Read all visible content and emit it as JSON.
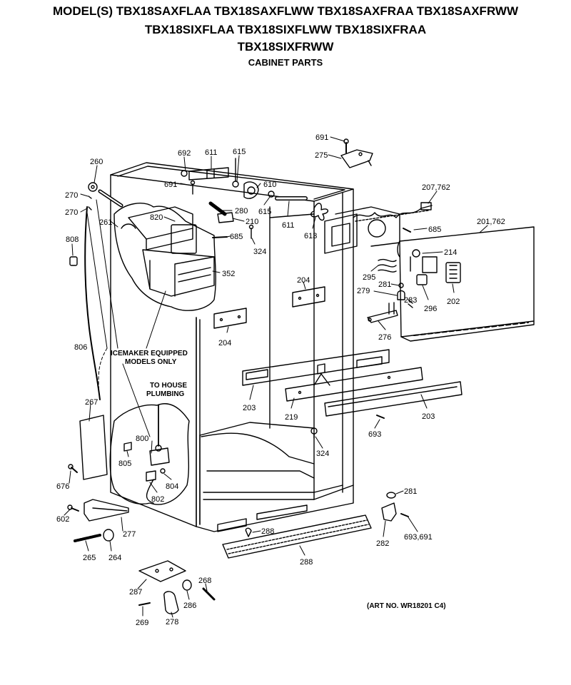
{
  "header": {
    "models_line1": "MODEL(S) TBX18SAXFLAA  TBX18SAXFLWW  TBX18SAXFRAA  TBX18SAXFRWW",
    "models_line2": "TBX18SIXFLAA  TBX18SIXFLWW  TBX18SIXFRAA",
    "models_line3": "TBX18SIXFRWW",
    "section": "CABINET PARTS"
  },
  "art_number": "(ART NO. WR18201 C4)",
  "notes": {
    "icemaker": [
      "ICEMAKER EQUIPPED",
      "MODELS ONLY"
    ],
    "plumbing": [
      "TO HOUSE",
      "PLUMBING"
    ]
  },
  "parts": [
    {
      "id": "p691a",
      "label": "691"
    },
    {
      "id": "p275",
      "label": "275"
    },
    {
      "id": "p692",
      "label": "692"
    },
    {
      "id": "p611a",
      "label": "611"
    },
    {
      "id": "p615a",
      "label": "615"
    },
    {
      "id": "p260",
      "label": "260"
    },
    {
      "id": "p691b",
      "label": "691"
    },
    {
      "id": "p610",
      "label": "610"
    },
    {
      "id": "p207",
      "label": "207,762"
    },
    {
      "id": "p270a",
      "label": "270"
    },
    {
      "id": "p270b",
      "label": "270"
    },
    {
      "id": "p280",
      "label": "280"
    },
    {
      "id": "p615b",
      "label": "615"
    },
    {
      "id": "p261",
      "label": "261"
    },
    {
      "id": "p820",
      "label": "820"
    },
    {
      "id": "p210",
      "label": "210"
    },
    {
      "id": "p611b",
      "label": "611"
    },
    {
      "id": "p613",
      "label": "613"
    },
    {
      "id": "p685a",
      "label": "685"
    },
    {
      "id": "p201",
      "label": "201,762"
    },
    {
      "id": "p808",
      "label": "808"
    },
    {
      "id": "p685b",
      "label": "685"
    },
    {
      "id": "p324a",
      "label": "324"
    },
    {
      "id": "p214",
      "label": "214"
    },
    {
      "id": "p352",
      "label": "352"
    },
    {
      "id": "p295",
      "label": "295"
    },
    {
      "id": "p204a",
      "label": "204"
    },
    {
      "id": "p281a",
      "label": "281"
    },
    {
      "id": "p279",
      "label": "279"
    },
    {
      "id": "p283",
      "label": "283"
    },
    {
      "id": "p296",
      "label": "296"
    },
    {
      "id": "p202",
      "label": "202"
    },
    {
      "id": "p276",
      "label": "276"
    },
    {
      "id": "p204b",
      "label": "204"
    },
    {
      "id": "p806",
      "label": "806"
    },
    {
      "id": "p267",
      "label": "267"
    },
    {
      "id": "p203a",
      "label": "203"
    },
    {
      "id": "p219",
      "label": "219"
    },
    {
      "id": "p203b",
      "label": "203"
    },
    {
      "id": "p693a",
      "label": "693"
    },
    {
      "id": "p800",
      "label": "800"
    },
    {
      "id": "p324b",
      "label": "324"
    },
    {
      "id": "p805",
      "label": "805"
    },
    {
      "id": "p804",
      "label": "804"
    },
    {
      "id": "p676",
      "label": "676"
    },
    {
      "id": "p802",
      "label": "802"
    },
    {
      "id": "p281b",
      "label": "281"
    },
    {
      "id": "p602",
      "label": "602"
    },
    {
      "id": "p277",
      "label": "277"
    },
    {
      "id": "p288a",
      "label": "288"
    },
    {
      "id": "p282",
      "label": "282"
    },
    {
      "id": "p693b",
      "label": "693,691"
    },
    {
      "id": "p265",
      "label": "265"
    },
    {
      "id": "p264",
      "label": "264"
    },
    {
      "id": "p288b",
      "label": "288"
    },
    {
      "id": "p268",
      "label": "268"
    },
    {
      "id": "p287",
      "label": "287"
    },
    {
      "id": "p286",
      "label": "286"
    },
    {
      "id": "p269",
      "label": "269"
    },
    {
      "id": "p278",
      "label": "278"
    }
  ]
}
